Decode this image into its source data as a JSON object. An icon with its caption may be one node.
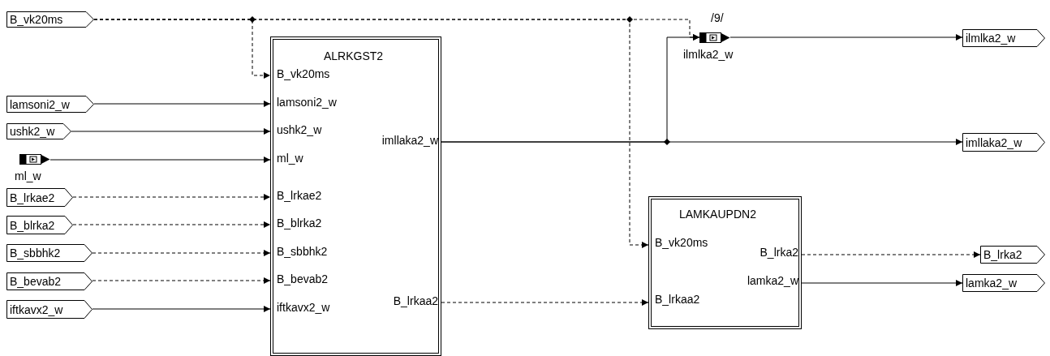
{
  "diagram": {
    "nodes": [
      {
        "text": [
          "B_vk20ms"
        ]
      },
      {
        "text": [
          "lamsoni2_w"
        ]
      },
      {
        "text": [
          "ushk2_w"
        ]
      },
      {
        "text": [
          "ml_w"
        ]
      },
      {
        "text": [
          "B_lrkae2"
        ]
      },
      {
        "text": [
          "B_blrka2"
        ]
      },
      {
        "text": [
          "B_sbbhk2"
        ]
      },
      {
        "text": [
          "B_bevab2"
        ]
      },
      {
        "text": [
          "iftkavx2_w"
        ]
      },
      {
        "text": [
          "ALRKGST2",
          "B_vk20ms",
          "lamsoni2_w",
          "ushk2_w",
          "ml_w",
          "B_lrkae2",
          "B_blrka2",
          "B_sbbhk2",
          "B_bevab2",
          "iftkavx2_w",
          "imllaka2_w",
          "B_lrkaa2"
        ]
      },
      {
        "text": [
          "LAMKAUPDN2",
          "B_vk20ms",
          "B_lrkaa2",
          "B_lrka2",
          "lamka2_w"
        ]
      },
      {
        "text": [
          "ilmlka2_w"
        ],
        "beside": [
          "/9/"
        ]
      },
      {
        "text": [
          "ilmlka2_w"
        ]
      },
      {
        "text": [
          "imllaka2_w"
        ]
      },
      {
        "text": [
          "B_lrka2"
        ]
      },
      {
        "text": [
          "lamka2_w"
        ]
      }
    ],
    "edges": [
      {
        "from": 0,
        "to": 9,
        "arrow": "to",
        "style": "dashed"
      },
      {
        "from": 0,
        "to": 10,
        "arrow": "to",
        "style": "dashed"
      },
      {
        "from": 0,
        "to": 11,
        "arrow": "to",
        "style": "dashed"
      },
      {
        "from": 1,
        "to": 9,
        "arrow": "to"
      },
      {
        "from": 2,
        "to": 9,
        "arrow": "to"
      },
      {
        "from": 3,
        "to": 9,
        "arrow": "to"
      },
      {
        "from": 4,
        "to": 9,
        "arrow": "to",
        "style": "dashed"
      },
      {
        "from": 5,
        "to": 9,
        "arrow": "to",
        "style": "dashed"
      },
      {
        "from": 6,
        "to": 9,
        "arrow": "to",
        "style": "dashed"
      },
      {
        "from": 7,
        "to": 9,
        "arrow": "to",
        "style": "dashed"
      },
      {
        "from": 8,
        "to": 9,
        "arrow": "to"
      },
      {
        "from": 9,
        "to": 13,
        "arrow": "to"
      },
      {
        "from": 9,
        "to": 11,
        "arrow": "to"
      },
      {
        "from": 11,
        "to": 12,
        "arrow": "to"
      },
      {
        "from": 9,
        "to": 10,
        "arrow": "to",
        "style": "dashed"
      },
      {
        "from": 10,
        "to": 14,
        "arrow": "to",
        "style": "dashed"
      },
      {
        "from": 10,
        "to": 15,
        "arrow": "to"
      }
    ]
  }
}
